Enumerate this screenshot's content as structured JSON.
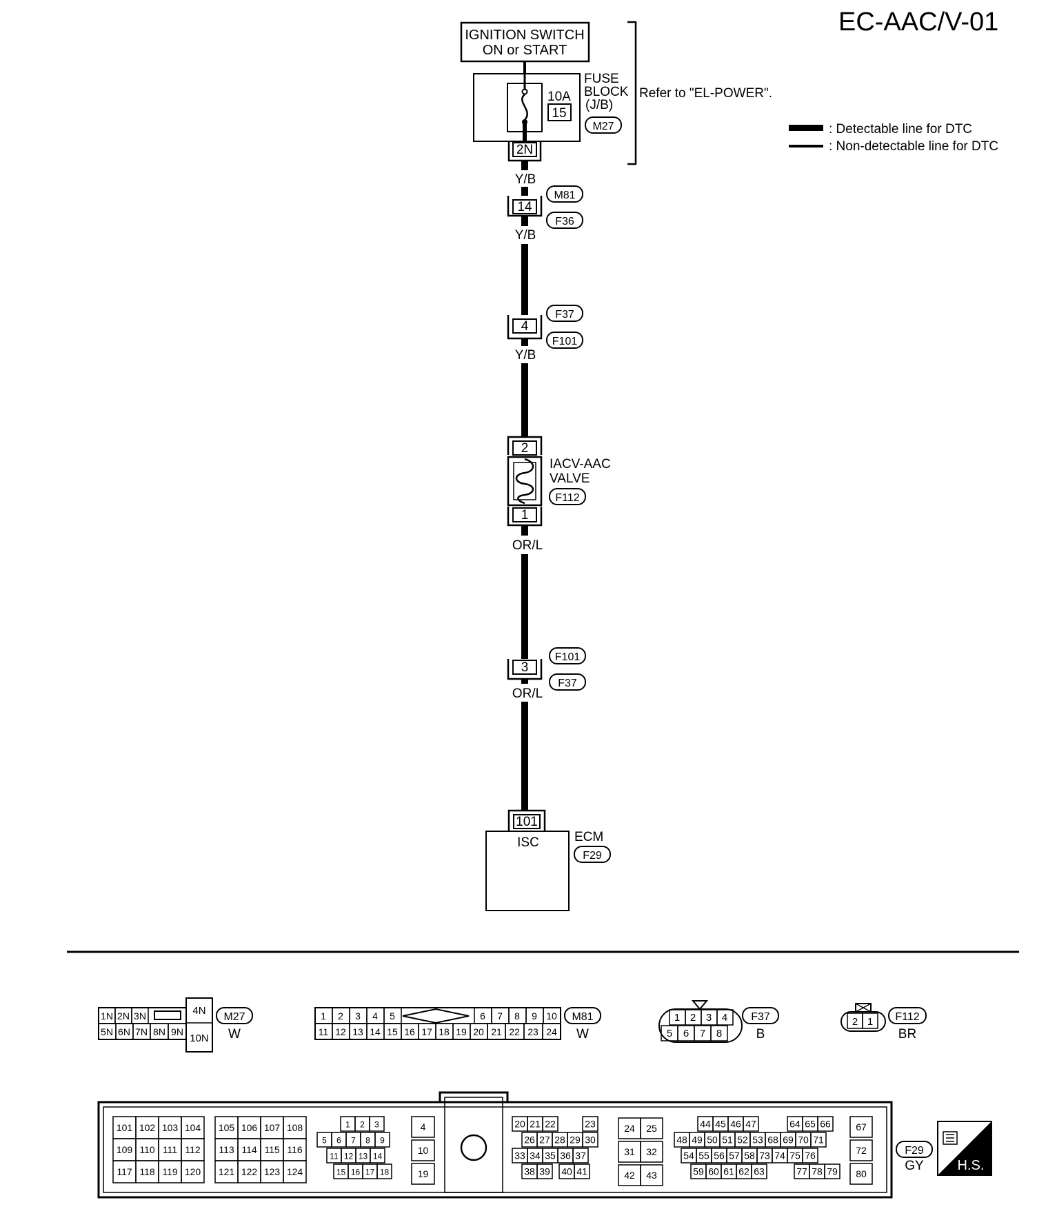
{
  "page_id": "EC-AAC/V-01",
  "legend": {
    "detectable": ": Detectable line for DTC",
    "non_detectable": ": Non-detectable line for DTC"
  },
  "ignition_switch": {
    "line1": "IGNITION SWITCH",
    "line2": "ON or START"
  },
  "fuse_block": {
    "label1": "FUSE",
    "label2": "BLOCK",
    "label3": "(J/B)",
    "amperage": "10A",
    "fuse_no": "15",
    "connector": "M27",
    "terminal": "2N",
    "refer": "Refer to \"EL-POWER\"."
  },
  "wires": {
    "yb": "Y/B",
    "orl": "OR/L"
  },
  "joints": [
    {
      "pin": "14",
      "top": "M81",
      "bottom": "F36"
    },
    {
      "pin": "4",
      "top": "F37",
      "bottom": "F101"
    },
    {
      "pin": "3",
      "top": "F101",
      "bottom": "F37"
    }
  ],
  "valve": {
    "name1": "IACV-AAC",
    "name2": "VALVE",
    "connector": "F112",
    "pin_top": "2",
    "pin_bottom": "1"
  },
  "ecm": {
    "name": "ECM",
    "connector": "F29",
    "pin": "101",
    "terminal": "ISC"
  },
  "connectors": {
    "m27": {
      "id": "M27",
      "color": "W",
      "row1": [
        "1N",
        "2N",
        "3N"
      ],
      "row2": [
        "5N",
        "6N",
        "7N",
        "8N",
        "9N"
      ],
      "big_top": "4N",
      "big_bottom": "10N"
    },
    "m81": {
      "id": "M81",
      "color": "W",
      "row1_left": [
        "1",
        "2",
        "3",
        "4",
        "5"
      ],
      "row1_right": [
        "6",
        "7",
        "8",
        "9",
        "10"
      ],
      "row2": [
        "11",
        "12",
        "13",
        "14",
        "15",
        "16",
        "17",
        "18",
        "19",
        "20",
        "21",
        "22",
        "23",
        "24"
      ]
    },
    "f37": {
      "id": "F37",
      "color": "B",
      "row1": [
        "1",
        "2",
        "3",
        "4"
      ],
      "row2": [
        "5",
        "6",
        "7",
        "8"
      ]
    },
    "f112": {
      "id": "F112",
      "color": "BR",
      "pins": [
        "2",
        "1"
      ]
    },
    "f29": {
      "id": "F29",
      "color": "GY",
      "hs": "H.S.",
      "block1": [
        [
          "101",
          "102",
          "103",
          "104"
        ],
        [
          "109",
          "110",
          "111",
          "112"
        ],
        [
          "117",
          "118",
          "119",
          "120"
        ]
      ],
      "block2": [
        [
          "105",
          "106",
          "107",
          "108"
        ],
        [
          "113",
          "114",
          "115",
          "116"
        ],
        [
          "121",
          "122",
          "123",
          "124"
        ]
      ],
      "block3": [
        [
          "1",
          "2",
          "3"
        ],
        [
          "5",
          "6",
          "7",
          "8",
          "9"
        ],
        [
          "11",
          "12",
          "13",
          "14"
        ],
        [
          "15",
          "16",
          "17",
          "18"
        ]
      ],
      "block4": [
        "4",
        "10",
        "19"
      ],
      "block5": [
        [
          "20",
          "21",
          "22",
          "23"
        ],
        [
          "26",
          "27",
          "28",
          "29",
          "30"
        ],
        [
          "33",
          "34",
          "35",
          "36",
          "37"
        ],
        [
          "38",
          "39",
          "40",
          "41"
        ]
      ],
      "block6": [
        [
          "24",
          "25"
        ],
        [
          "31",
          "32"
        ],
        [
          "42",
          "43"
        ]
      ],
      "block7": [
        [
          "44",
          "45",
          "46",
          "47",
          "64",
          "65",
          "66"
        ],
        [
          "48",
          "49",
          "50",
          "51",
          "52",
          "53",
          "68",
          "69",
          "70",
          "71"
        ],
        [
          "54",
          "55",
          "56",
          "57",
          "58",
          "73",
          "74",
          "75",
          "76"
        ],
        [
          "59",
          "60",
          "61",
          "62",
          "63",
          "77",
          "78",
          "79"
        ]
      ],
      "block8": [
        "67",
        "72",
        "80"
      ]
    }
  }
}
